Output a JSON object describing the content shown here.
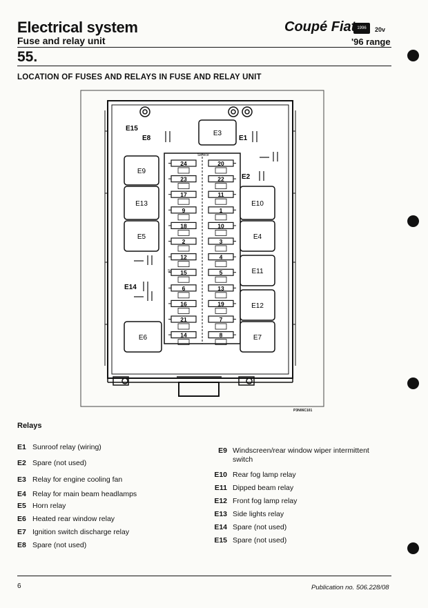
{
  "header": {
    "title": "Electrical system",
    "subtitle": "Fuse and relay unit",
    "section_number": "55.",
    "brand": "Coupé Fiat",
    "badge": "1996",
    "engine": "20v",
    "range": "'96 range"
  },
  "section_title": "LOCATION OF FUSES AND RELAYS IN FUSE AND RELAY UNIT",
  "diagram": {
    "code": "P3N06C101",
    "relays": [
      {
        "id": "E15",
        "label": "E15"
      },
      {
        "id": "E8",
        "label": "E8"
      },
      {
        "id": "E3",
        "label": "E3"
      },
      {
        "id": "E1",
        "label": "E1"
      },
      {
        "id": "E9",
        "label": "E9"
      },
      {
        "id": "E2",
        "label": "E2"
      },
      {
        "id": "E13",
        "label": "E13"
      },
      {
        "id": "E10",
        "label": "E10"
      },
      {
        "id": "E5",
        "label": "E5"
      },
      {
        "id": "E4",
        "label": "E4"
      },
      {
        "id": "E14",
        "label": "E14"
      },
      {
        "id": "E11",
        "label": "E11"
      },
      {
        "id": "E12",
        "label": "E12"
      },
      {
        "id": "E6",
        "label": "E6"
      },
      {
        "id": "E7",
        "label": "E7"
      }
    ],
    "fuses_left": [
      "24",
      "23",
      "17",
      "9",
      "18",
      "2",
      "12",
      "15",
      "6",
      "16",
      "21",
      "14"
    ],
    "fuses_right": [
      "20",
      "22",
      "11",
      "1",
      "10",
      "3",
      "4",
      "5",
      "13",
      "19",
      "7",
      "8"
    ],
    "service_label": "Service",
    "services_label": "Services"
  },
  "relays": {
    "title": "Relays",
    "left": [
      {
        "key": "E1",
        "text": "Sunroof relay (wiring)"
      },
      {
        "key": "E2",
        "text": "Spare (not used)"
      },
      {
        "key": "E3",
        "text": "Relay for engine cooling fan"
      },
      {
        "key": "E4",
        "text": "Relay for main beam headlamps"
      },
      {
        "key": "E5",
        "text": "Horn relay"
      },
      {
        "key": "E6",
        "text": "Heated rear window relay"
      },
      {
        "key": "E7",
        "text": "Ignition switch discharge relay"
      },
      {
        "key": "E8",
        "text": "Spare (not used)"
      }
    ],
    "right": [
      {
        "key": "E9",
        "text": "Windscreen/rear window wiper intermittent",
        "text2": "switch"
      },
      {
        "key": "E10",
        "text": "Rear fog lamp relay"
      },
      {
        "key": "E11",
        "text": "Dipped beam relay"
      },
      {
        "key": "E12",
        "text": "Front fog lamp relay"
      },
      {
        "key": "E13",
        "text": "Side lights relay"
      },
      {
        "key": "E14",
        "text": "Spare (not used)"
      },
      {
        "key": "E15",
        "text": "Spare (not used)"
      }
    ]
  },
  "footer": {
    "page_number": "6",
    "publication": "Publication no. 506.228/08"
  }
}
